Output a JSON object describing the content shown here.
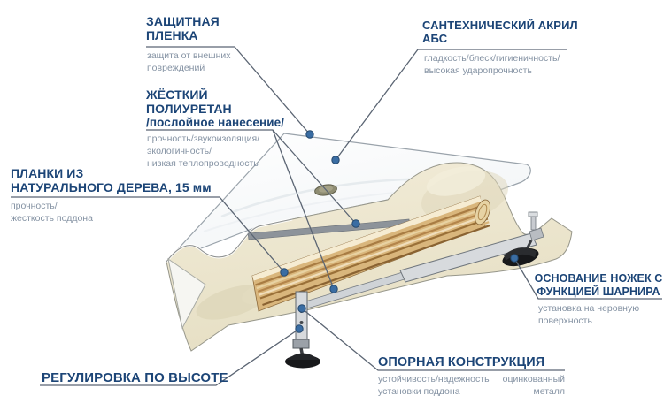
{
  "diagram": {
    "name": "shower-tray-construction-diagram",
    "labels": {
      "film": {
        "title": "ЗАЩИТНАЯ\nПЛЕНКА",
        "desc": "защита от внешних\nповреждений"
      },
      "acrylic": {
        "title": "САНТЕХНИЧЕСКИЙ АКРИЛ\nАБС",
        "desc": "гладкость/блеск/гигиеничность/\nвысокая ударопрочность"
      },
      "polyurethane": {
        "title": "ЖЁСТКИЙ\nПОЛИУРЕТАН",
        "subtitle": "/послойное нанесение/",
        "desc": "прочность/звукоизоляция/\nэкологичность/\nнизкая теплопроводность"
      },
      "planks": {
        "title": "ПЛАНКИ ИЗ\nНАТУРАЛЬНОГО ДЕРЕВА, 15 мм",
        "desc": "прочность/\nжесткость поддона"
      },
      "height_adjust": {
        "title": "РЕГУЛИРОВКА ПО ВЫСОТЕ"
      },
      "support_frame": {
        "title": "ОПОРНАЯ КОНСТРУКЦИЯ",
        "desc": "устойчивость/надежность\nустановки поддона",
        "desc2": "оцинкованный\nметалл"
      },
      "hinge_feet": {
        "title": "ОСНОВАНИЕ НОЖЕК С\nФУНКЦИЕЙ ШАРНИРА",
        "desc": "установка на неровную\nповерхность"
      }
    },
    "colors": {
      "title_blue": "#1c4577",
      "desc_gray": "#8492a3",
      "leader_line": "#5b6573",
      "callout_dot": "#3a6da3",
      "foam_cream": "#ebe4cc",
      "wood_tan": "#d9b67c",
      "metal_gray": "#d7dadd",
      "foot_black": "#17181a",
      "tray_white": "#fdfdfe"
    }
  }
}
